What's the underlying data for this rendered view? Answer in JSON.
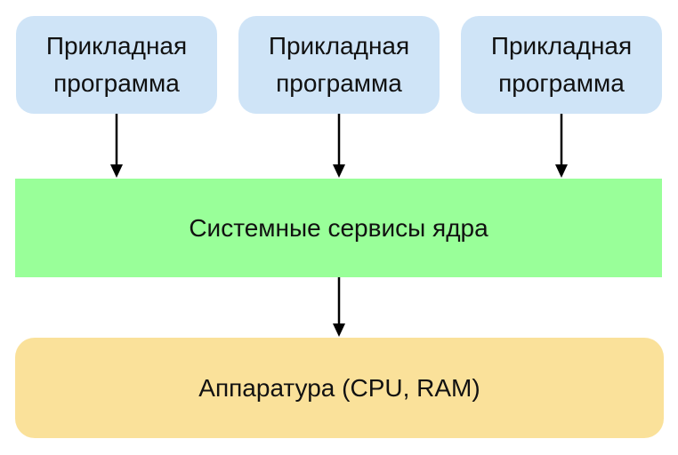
{
  "diagram": {
    "title": "OS layers diagram",
    "app_boxes": [
      {
        "line1": "Прикладная",
        "line2": "программа"
      },
      {
        "line1": "Прикладная",
        "line2": "программа"
      },
      {
        "line1": "Прикладная",
        "line2": "программа"
      }
    ],
    "kernel_box": {
      "label": "Системные сервисы ядра"
    },
    "hardware_box": {
      "label": "Аппаратура (CPU, RAM)"
    },
    "colors": {
      "app_box_bg": "#cfe4f7",
      "kernel_box_bg": "#99ff99",
      "hardware_box_bg": "#fae19a",
      "arrow": "#000000",
      "text": "#111111",
      "background": "#ffffff"
    }
  }
}
